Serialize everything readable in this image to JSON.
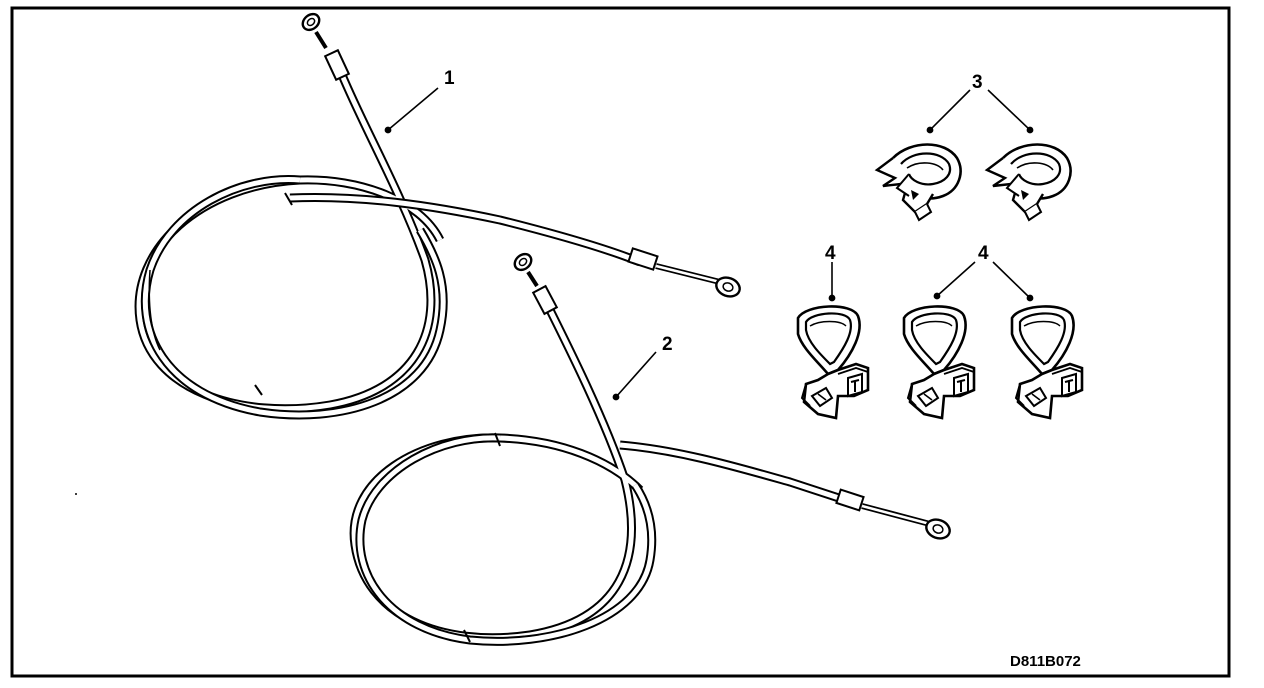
{
  "figure": {
    "drawing_code": "D811B072",
    "callouts": [
      {
        "id": "cable-1",
        "label": "1"
      },
      {
        "id": "cable-2",
        "label": "2"
      },
      {
        "id": "clamp-group",
        "label": "3"
      },
      {
        "id": "clip-left",
        "label": "4"
      },
      {
        "id": "clip-right-group",
        "label": "4"
      }
    ]
  },
  "parts": {
    "cables": [
      "cable-1",
      "cable-2"
    ],
    "round_clamp_count": 2,
    "strap_clip_count": 3
  }
}
